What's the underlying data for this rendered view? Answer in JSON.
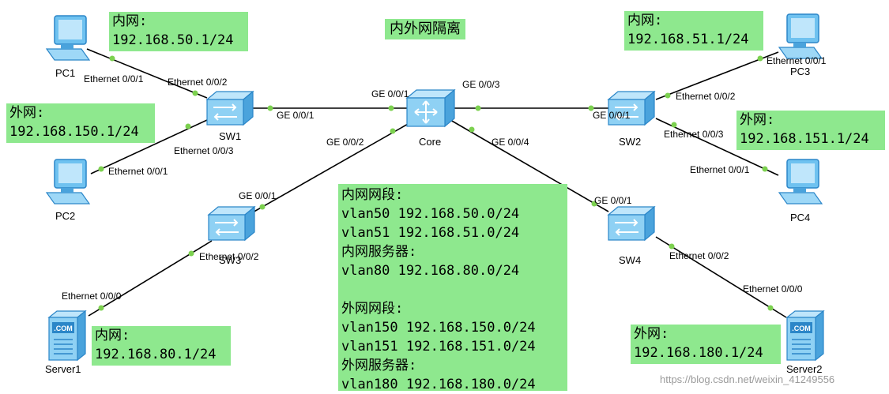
{
  "title": "内外网隔离",
  "devices": {
    "pc1": "PC1",
    "pc2": "PC2",
    "pc3": "PC3",
    "pc4": "PC4",
    "sw1": "SW1",
    "sw2": "SW2",
    "sw3": "SW3",
    "sw4": "SW4",
    "core": "Core",
    "server1": "Server1",
    "server2": "Server2"
  },
  "ports": {
    "pc1_e001": "Ethernet 0/0/1",
    "sw1_e002": "Ethernet 0/0/2",
    "sw1_e003": "Ethernet 0/0/3",
    "pc2_e001": "Ethernet 0/0/1",
    "sw1_ge001": "GE 0/0/1",
    "core_ge001": "GE 0/0/1",
    "core_ge003": "GE 0/0/3",
    "core_ge002": "GE 0/0/2",
    "core_ge004": "GE 0/0/4",
    "sw2_ge001": "GE 0/0/1",
    "pc3_e001": "Ethernet 0/0/1",
    "sw2_e002": "Ethernet 0/0/2",
    "sw2_e003": "Ethernet 0/0/3",
    "pc4_e001": "Ethernet 0/0/1",
    "sw3_ge001": "GE 0/0/1",
    "sw3_e002": "Ethernet 0/0/2",
    "server1_e000": "Ethernet 0/0/0",
    "sw4_ge001": "GE 0/0/1",
    "sw4_e002": "Ethernet 0/0/2",
    "server2_e000": "Ethernet 0/0/0"
  },
  "boxes": {
    "pc1": [
      "内网:",
      "192.168.50.1/24"
    ],
    "pc2": [
      "外网:",
      "192.168.150.1/24"
    ],
    "pc3": [
      "内网:",
      "192.168.51.1/24"
    ],
    "pc4": [
      "外网:",
      "192.168.151.1/24"
    ],
    "server1": [
      "内网:",
      "192.168.80.1/24"
    ],
    "server2": [
      "外网:",
      "192.168.180.1/24"
    ],
    "center": [
      "内网网段:",
      "vlan50 192.168.50.0/24",
      "vlan51 192.168.51.0/24",
      "内网服务器:",
      "vlan80 192.168.80.0/24",
      "",
      "外网网段:",
      "vlan150 192.168.150.0/24",
      "vlan151 192.168.151.0/24",
      "外网服务器:",
      "vlan180 192.168.180.0/24"
    ]
  },
  "watermark": "https://blog.csdn.net/weixin_41249556",
  "colors": {
    "box": "#8ee88e",
    "link": "#000000",
    "port_dot": "#7cd14f",
    "device": "#5fb3e8"
  }
}
